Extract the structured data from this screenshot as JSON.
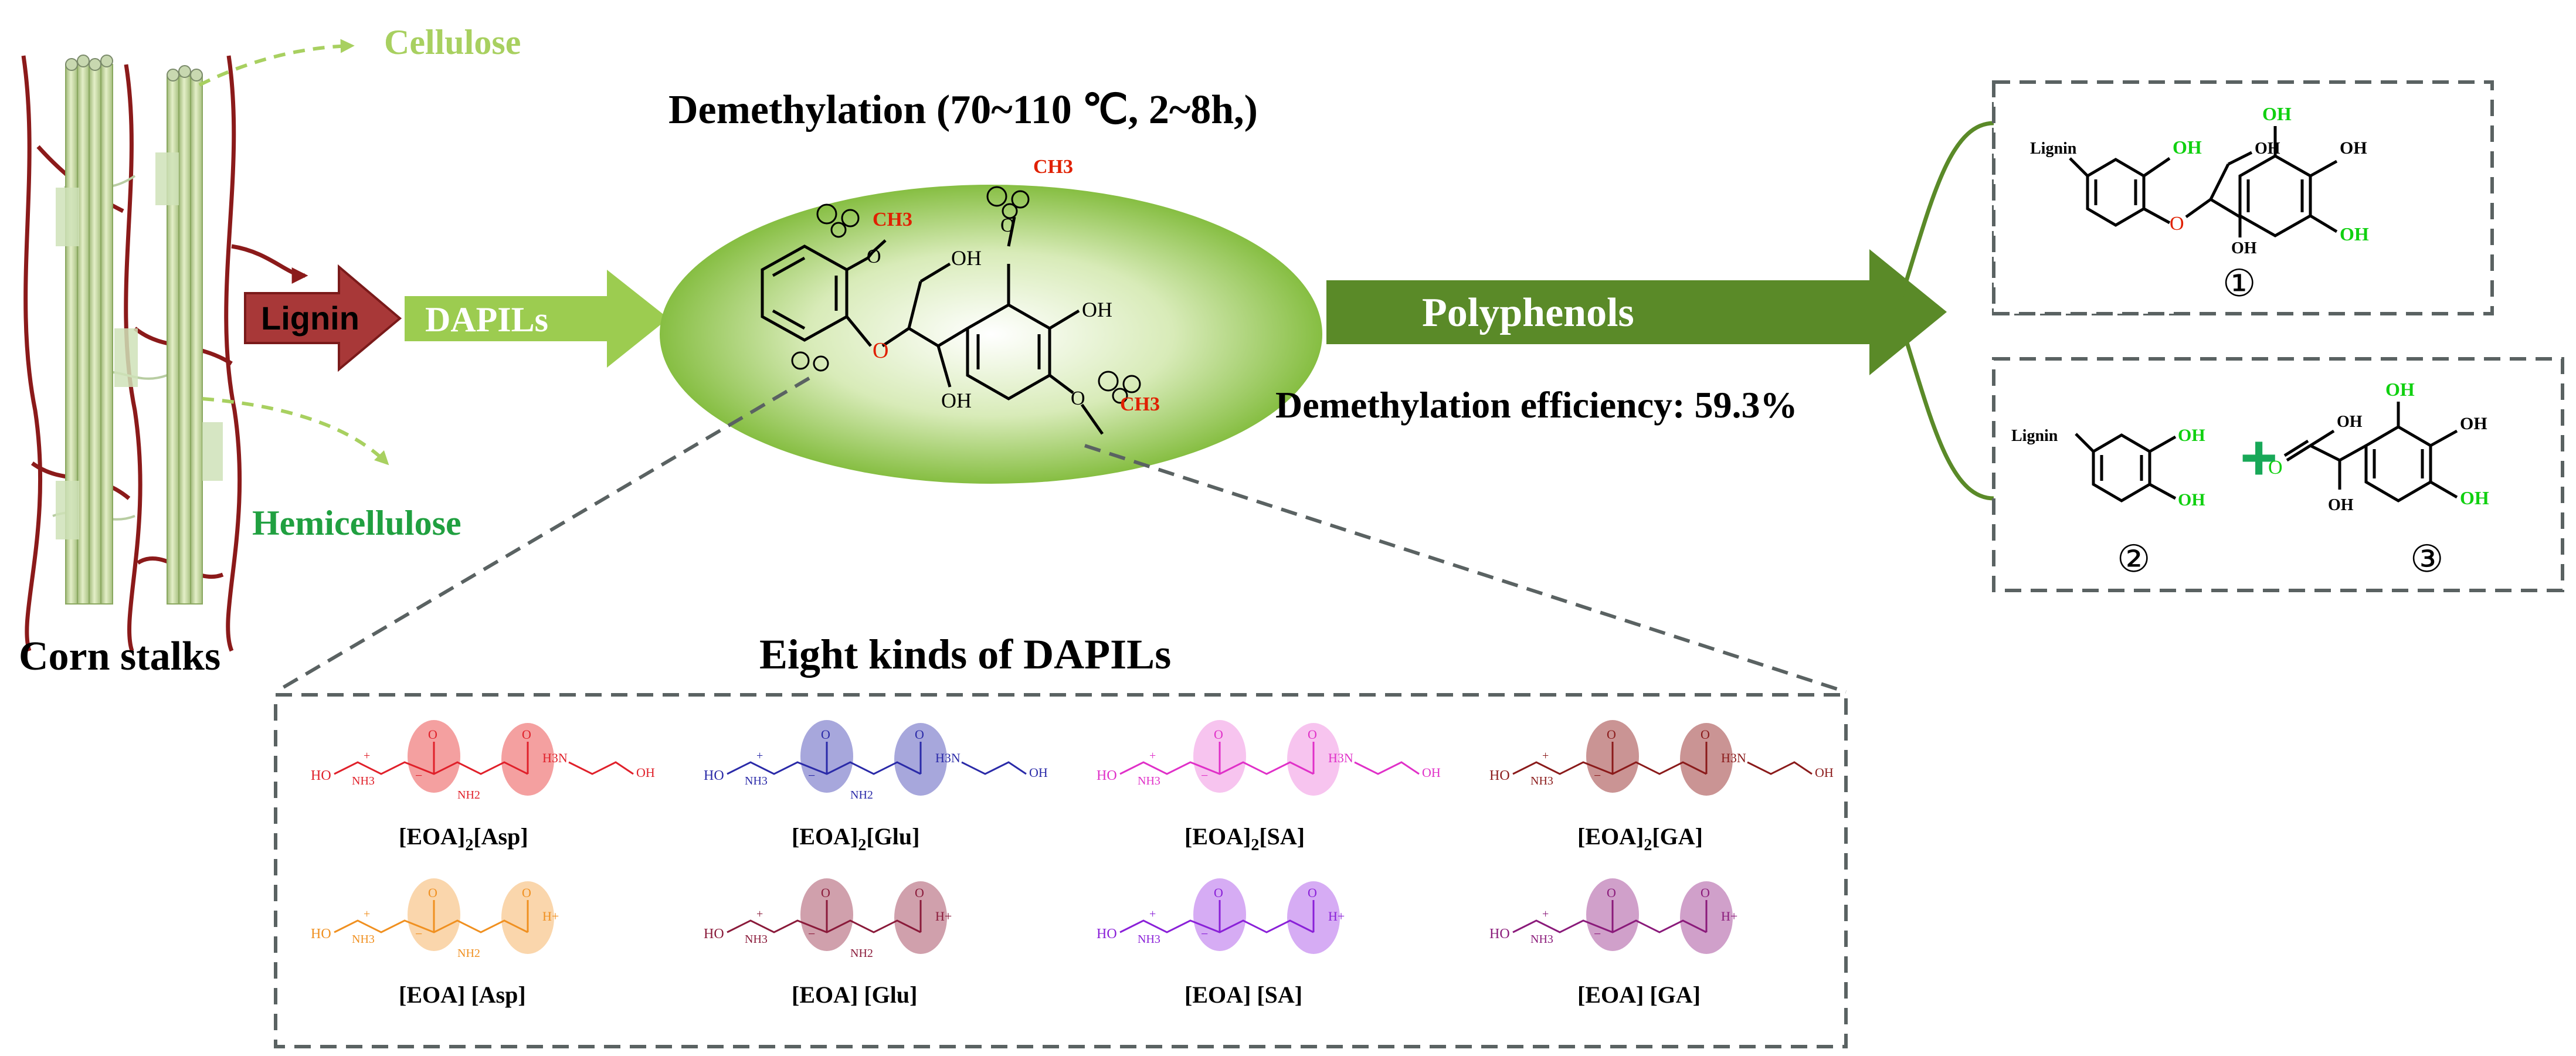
{
  "labels": {
    "cellulose": "Cellulose",
    "hemicellulose": "Hemicellulose",
    "corn_stalks": "Corn stalks",
    "lignin_box": "Lignin",
    "dapils_arrow": "DAPILs",
    "demethylation_title": "Demethylation (70~110 ℃, 2~8h,)",
    "polyphenols": "Polyphenols",
    "efficiency": "Demethylation efficiency: 59.3%",
    "eight_kinds": "Eight kinds of DAPILs"
  },
  "center_molecule": {
    "oh_top": "OH",
    "oh_right": "OH",
    "oh_bottom": "OH",
    "ch3_left": "CH3",
    "ch3_top": "CH3",
    "ch3_bottom": "CH3",
    "o_chain": "O",
    "o_ring_left": "O",
    "o_ring_top": "O",
    "o_ring_bottom": "O"
  },
  "products": {
    "p1": {
      "lignin": "Lignin",
      "oh_ring": "OH",
      "oh_chain_top": "OH",
      "oh_chain_bottom": "OH",
      "oh_a": "OH",
      "oh_b": "OH",
      "oh_c": "OH",
      "o_link": "O",
      "number": "①"
    },
    "p2": {
      "lignin": "Lignin",
      "oh_a": "OH",
      "oh_b": "OH",
      "number": "②"
    },
    "p3": {
      "oh_chain": "OH",
      "oh_bottom": "OH",
      "oh_a": "OH",
      "oh_b": "OH",
      "oh_c": "OH",
      "o_keto": "O",
      "number": "③"
    },
    "plus": "+"
  },
  "dapils": [
    {
      "name_main": "[EOA]",
      "sub": "2",
      "name_tail": "[Asp]",
      "color": "#e0202a",
      "highlight": "#f08080",
      "aa": true,
      "hplus": false
    },
    {
      "name_main": "[EOA]",
      "sub": "2",
      "name_tail": "[Glu]",
      "color": "#2a2aa8",
      "highlight": "#8a8ad0",
      "aa": true,
      "hplus": false
    },
    {
      "name_main": "[EOA]",
      "sub": "2",
      "name_tail": "[SA]",
      "color": "#e030c8",
      "highlight": "#f4b0ea",
      "aa": false,
      "hplus": false
    },
    {
      "name_main": "[EOA]",
      "sub": "2",
      "name_tail": "[GA]",
      "color": "#8a1a1a",
      "highlight": "#b87070",
      "aa": false,
      "hplus": false
    },
    {
      "name_main": "[EOA]",
      "sub": "",
      "name_tail": " [Asp]",
      "color": "#f09020",
      "highlight": "#f8c890",
      "aa": true,
      "hplus": true
    },
    {
      "name_main": "[EOA]",
      "sub": "",
      "name_tail": " [Glu]",
      "color": "#8a1a3a",
      "highlight": "#c08090",
      "aa": true,
      "hplus": true
    },
    {
      "name_main": "[EOA]",
      "sub": "",
      "name_tail": " [SA]",
      "color": "#8a20d8",
      "highlight": "#c890f0",
      "aa": false,
      "hplus": true
    },
    {
      "name_main": "[EOA]",
      "sub": "",
      "name_tail": " [GA]",
      "color": "#8a1a7a",
      "highlight": "#c080b8",
      "aa": false,
      "hplus": true
    }
  ],
  "dapil_atoms": {
    "ho": "HO",
    "oh": "OH",
    "nh3": "NH3",
    "nh2": "NH2",
    "o": "O",
    "hplus": "H+",
    "plus": "+",
    "minus": "−",
    "h3n": "H3N"
  },
  "colors": {
    "fiber_green": "#c8dc9a",
    "fiber_dark": "#8aa860",
    "lignin_red": "#8b1a1a",
    "lignin_box": "#a83838",
    "light_green_arrow": "#9ccc50",
    "dark_green_arrow": "#5a8a28",
    "ellipse_green": "#8cc24a",
    "methyl_red": "#e02000",
    "oh_green": "#10d010",
    "plus_green": "#18a858",
    "cellulose_text": "#a8d060",
    "hemicellulose_text": "#20a040",
    "dash_gray": "#5a6262"
  }
}
